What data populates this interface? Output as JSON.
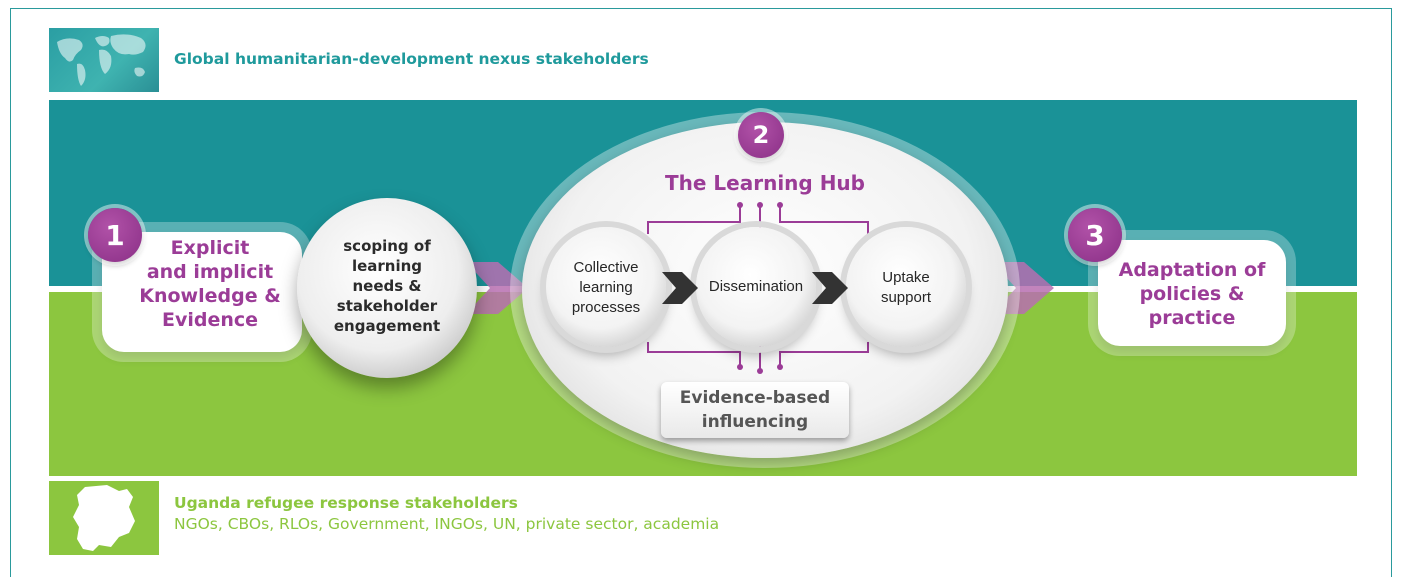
{
  "header": {
    "title": "Global humanitarian-development nexus stakeholders",
    "icon": "world-map-icon"
  },
  "stage1": {
    "number": "1",
    "lines": [
      "Explicit",
      "and implicit",
      "Knowledge &",
      "Evidence"
    ]
  },
  "scoping": {
    "lines": [
      "scoping of",
      "learning",
      "needs &",
      "stakeholder",
      "engagement"
    ]
  },
  "hub": {
    "number": "2",
    "title": "The Learning Hub",
    "steps": [
      {
        "lines": [
          "Collective",
          "learning",
          "processes"
        ]
      },
      {
        "lines": [
          "Dissemination"
        ]
      },
      {
        "lines": [
          "Uptake",
          "support"
        ]
      }
    ],
    "influencing": [
      "Evidence-based",
      "influencing"
    ]
  },
  "stage3": {
    "number": "3",
    "lines": [
      "Adaptation of",
      "policies &",
      "practice"
    ]
  },
  "footer": {
    "title": "Uganda refugee response stakeholders",
    "subtitle": "NGOs, CBOs, RLOs, Government, INGOs, UN, private sector, academia",
    "icon": "uganda-map-icon"
  },
  "colors": {
    "teal": "#1a9297",
    "green": "#8cc63f",
    "purple": "#9b3c97"
  }
}
